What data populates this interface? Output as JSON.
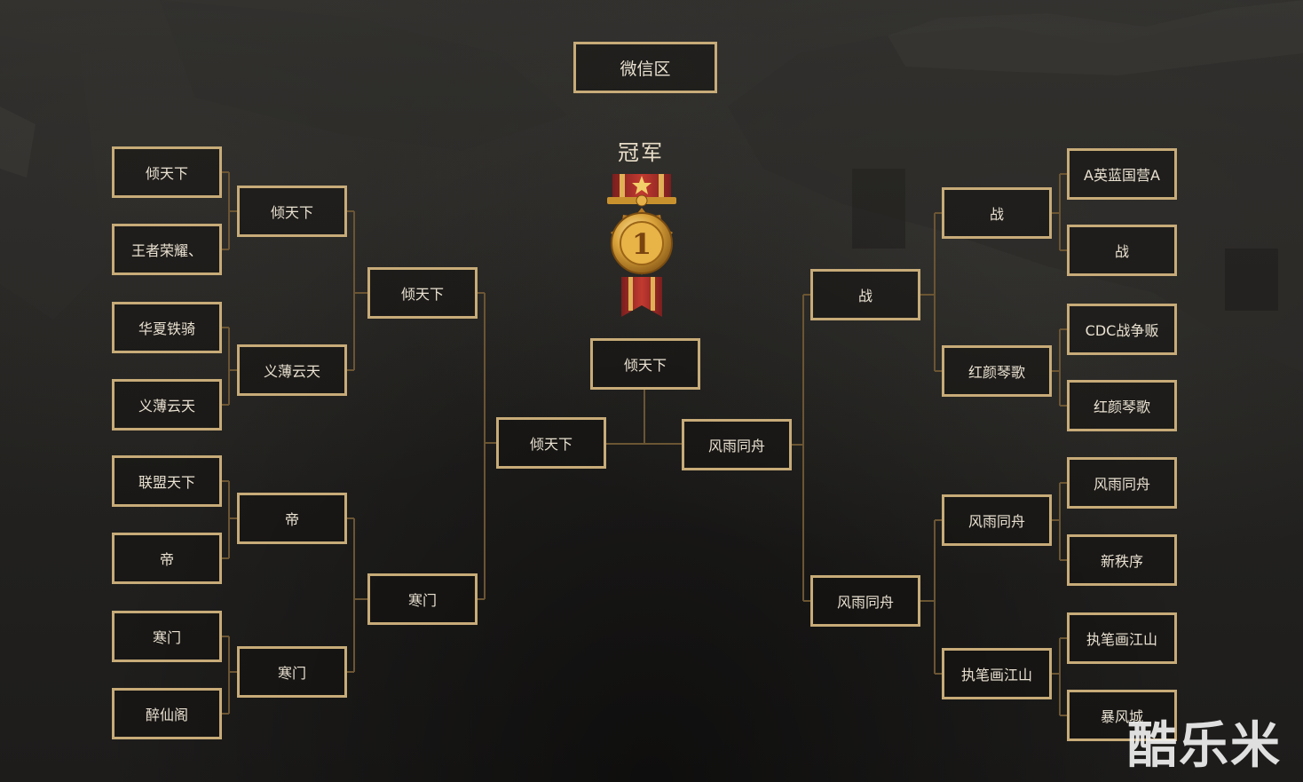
{
  "bracket": {
    "region": "微信区",
    "champion_label": "冠军",
    "champion_rank": "1",
    "final": "倾天下",
    "left_side": {
      "r1": [
        "倾天下",
        "王者荣耀、",
        "华夏铁骑",
        "义薄云天",
        "联盟天下",
        "帝",
        "寒门",
        "醉仙阁"
      ],
      "r2": [
        "倾天下",
        "义薄云天",
        "帝",
        "寒门"
      ],
      "r3": [
        "倾天下",
        "寒门"
      ],
      "semi": "倾天下"
    },
    "right_side": {
      "r1": [
        "A英蓝国营A",
        "战",
        "CDC战争贩",
        "红颜琴歌",
        "风雨同舟",
        "新秩序",
        "执笔画江山",
        "暴风城"
      ],
      "r2": [
        "战",
        "红颜琴歌",
        "风雨同舟",
        "执笔画江山"
      ],
      "r3": [
        "战",
        "风雨同舟"
      ],
      "semi": "风雨同舟"
    }
  },
  "watermark": "酷乐米",
  "colors": {
    "border": "#c7ab78",
    "connector": "#6b5533",
    "text": "#e9e1d1",
    "background": "#242321"
  },
  "icons": {
    "medal": "gold-medal-icon"
  }
}
